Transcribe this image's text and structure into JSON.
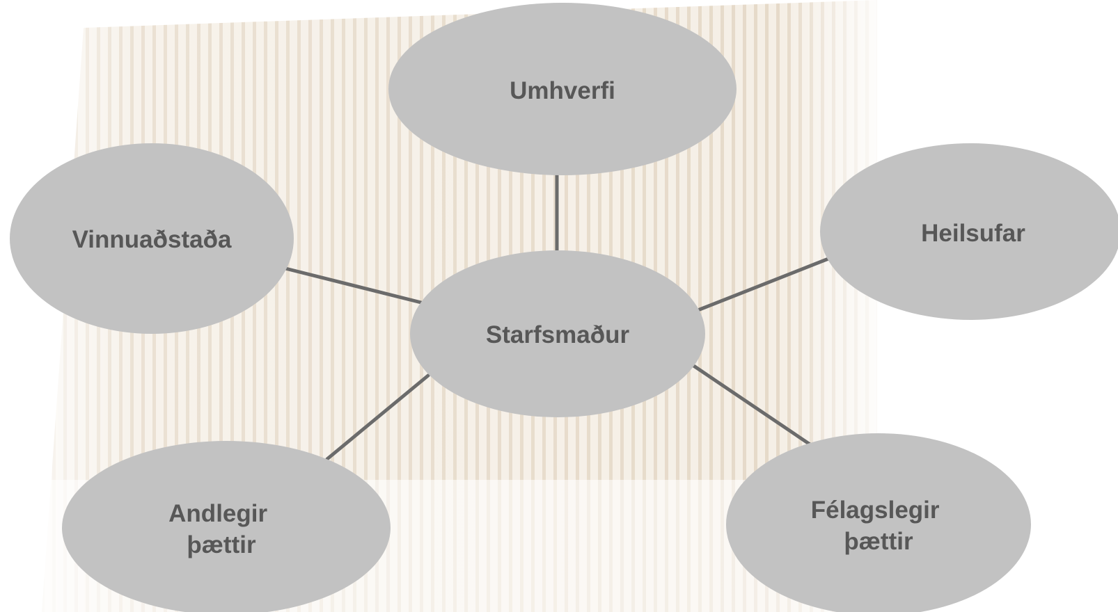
{
  "diagram": {
    "center": {
      "label_lines": [
        "Starfsmaður"
      ]
    },
    "nodes": [
      {
        "id": "umhverfi",
        "label_lines": [
          "Umhverfi"
        ]
      },
      {
        "id": "heilsufar",
        "label_lines": [
          "Heilsufar"
        ]
      },
      {
        "id": "vinnuadstada",
        "label_lines": [
          "Vinnuaðstaða"
        ]
      },
      {
        "id": "andlegir",
        "label_lines": [
          "Andlegir",
          "þættir"
        ]
      },
      {
        "id": "felagslegir",
        "label_lines": [
          "Félagslegir",
          "þættir"
        ]
      }
    ],
    "colors": {
      "ellipse_fill": "#c2c2c2",
      "connector": "#6b6b6b",
      "text": "#575757"
    }
  }
}
